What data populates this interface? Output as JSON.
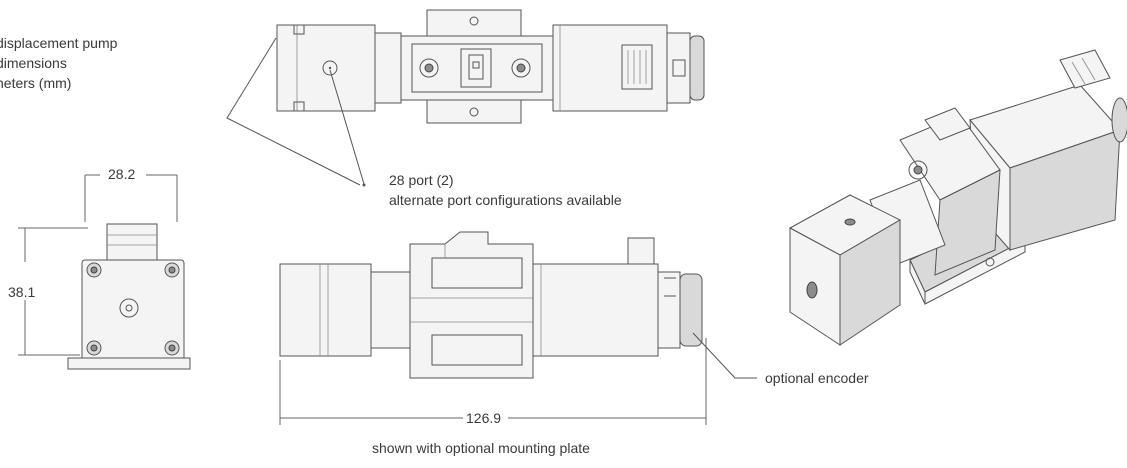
{
  "title": {
    "lines": [
      "displacement pump",
      "dimensions",
      "neters (mm)"
    ]
  },
  "views": {
    "end_view": {
      "width_dim": "28.2",
      "height_dim": "38.1"
    },
    "side_view": {
      "length_dim": "126.9",
      "caption": "shown with optional mounting plate"
    },
    "top_view": {
      "port_label": "28 port (2)",
      "port_note": "alternate port configurations available"
    },
    "iso_view": {
      "encoder_label": "optional encoder"
    }
  }
}
